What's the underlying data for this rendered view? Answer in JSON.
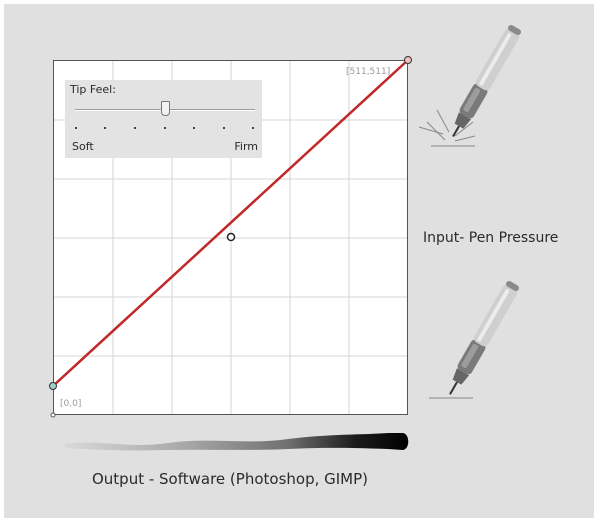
{
  "tip_feel": {
    "label": "Tip Feel:",
    "soft_label": "Soft",
    "firm_label": "Firm",
    "tick_count": 7
  },
  "graph": {
    "top_right_coord": "[511,511]",
    "bottom_left_coord": "[0,0]",
    "curve_color": "#c0282a"
  },
  "labels": {
    "input": "Input- Pen Pressure",
    "output": "Output - Software (Photoshop, GIMP)"
  },
  "icons": {
    "pen_top": "pen-pressing-icon",
    "pen_bottom": "pen-touching-icon"
  }
}
